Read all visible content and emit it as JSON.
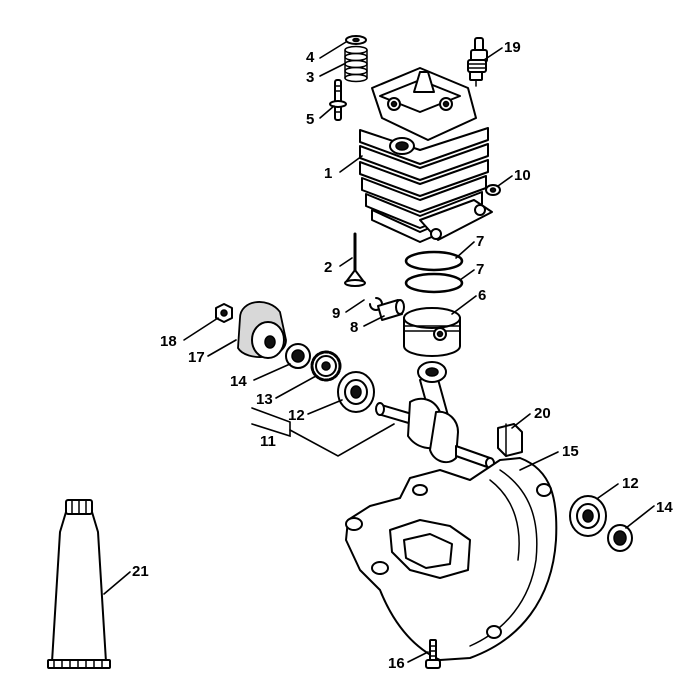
{
  "callouts": {
    "c1": "1",
    "c2": "2",
    "c3": "3",
    "c4": "4",
    "c5": "5",
    "c6": "6",
    "c7a": "7",
    "c7b": "7",
    "c8": "8",
    "c9": "9",
    "c10": "10",
    "c11": "11",
    "c12a": "12",
    "c12b": "12",
    "c13": "13",
    "c14a": "14",
    "c14b": "14",
    "c15": "15",
    "c16": "16",
    "c17": "17",
    "c18": "18",
    "c19": "19",
    "c20": "20",
    "c21": "21"
  }
}
